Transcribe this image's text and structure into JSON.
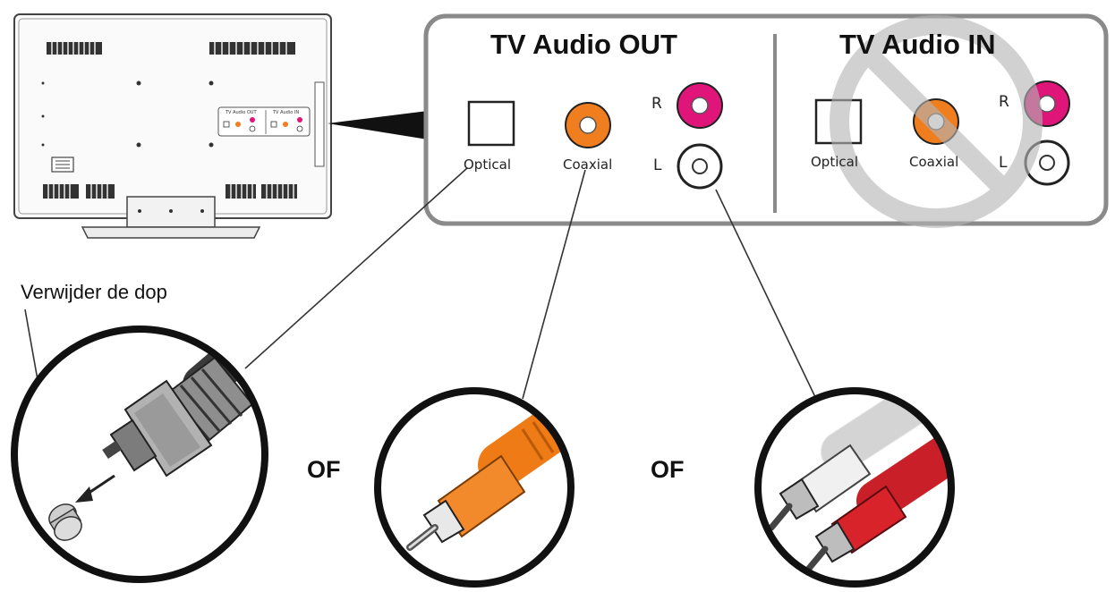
{
  "panel": {
    "out_title": "TV Audio OUT",
    "in_title": "TV Audio IN",
    "out_ports": {
      "optical": "Optical",
      "coaxial": "Coaxial",
      "right": "R",
      "left": "L"
    },
    "in_ports": {
      "optical": "Optical",
      "coaxial": "Coaxial",
      "right": "R",
      "left": "L"
    }
  },
  "tv_panel_mini": {
    "out_title": "TV Audio OUT",
    "in_title": "TV Audio IN"
  },
  "caption_remove_cap": "Verwijder de dop",
  "separators": [
    "OF",
    "OF"
  ],
  "colors": {
    "panel_border": "#8a8a8a",
    "coaxial_orange": "#f07d1e",
    "rca_red_port": "#e0157a",
    "rca_white_port": "#ffffff",
    "cable_orange": "#ef7b16",
    "cable_red": "#d8232a",
    "cable_white": "#e8e8e8",
    "prohibited": "#bdbdbd"
  },
  "icons": [
    "prohibited-icon"
  ]
}
